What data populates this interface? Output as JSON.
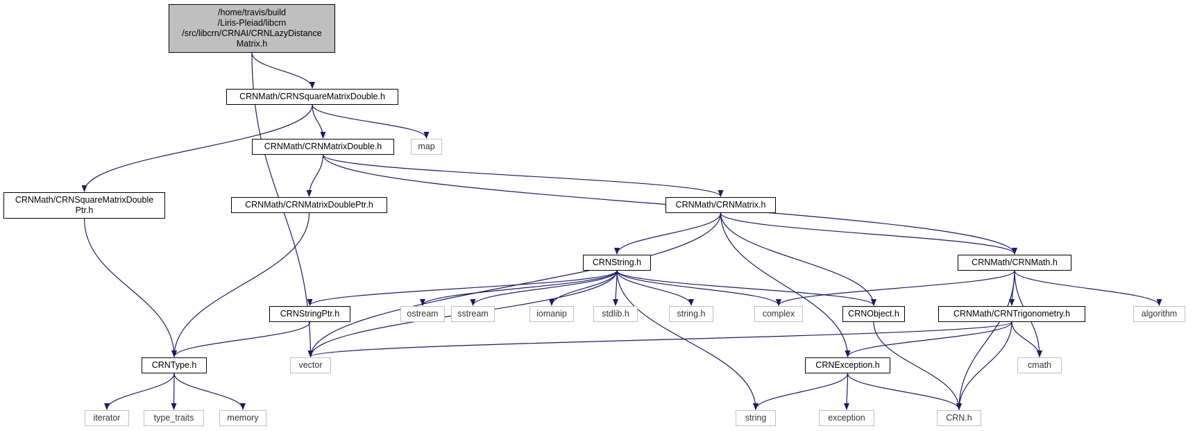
{
  "diagram": {
    "nodes": [
      {
        "id": "root",
        "label": "/home/travis/build\n/Liris-Pleiad/libcrn\n/src/libcrn/CRNAI/CRNLazyDistance\nMatrix.h",
        "kind": "root"
      },
      {
        "id": "sqmd",
        "label": "CRNMath/CRNSquareMatrixDouble.h",
        "kind": "local"
      },
      {
        "id": "map",
        "label": "map",
        "kind": "system"
      },
      {
        "id": "md",
        "label": "CRNMath/CRNMatrixDouble.h",
        "kind": "local"
      },
      {
        "id": "sqmdp",
        "label": "CRNMath/CRNSquareMatrixDouble\nPtr.h",
        "kind": "local"
      },
      {
        "id": "mdp",
        "label": "CRNMath/CRNMatrixDoublePtr.h",
        "kind": "local"
      },
      {
        "id": "matrix",
        "label": "CRNMath/CRNMatrix.h",
        "kind": "local"
      },
      {
        "id": "string_h",
        "label": "CRNString.h",
        "kind": "local"
      },
      {
        "id": "math",
        "label": "CRNMath/CRNMath.h",
        "kind": "local"
      },
      {
        "id": "strptr",
        "label": "CRNStringPtr.h",
        "kind": "local"
      },
      {
        "id": "ostream",
        "label": "ostream",
        "kind": "system"
      },
      {
        "id": "sstream",
        "label": "sstream",
        "kind": "system"
      },
      {
        "id": "iomanip",
        "label": "iomanip",
        "kind": "system"
      },
      {
        "id": "stdlib",
        "label": "stdlib.h",
        "kind": "system"
      },
      {
        "id": "cstring",
        "label": "string.h",
        "kind": "system"
      },
      {
        "id": "complex",
        "label": "complex",
        "kind": "system"
      },
      {
        "id": "object",
        "label": "CRNObject.h",
        "kind": "local"
      },
      {
        "id": "trig",
        "label": "CRNMath/CRNTrigonometry.h",
        "kind": "local"
      },
      {
        "id": "algorithm",
        "label": "algorithm",
        "kind": "system"
      },
      {
        "id": "type",
        "label": "CRNType.h",
        "kind": "local"
      },
      {
        "id": "vector",
        "label": "vector",
        "kind": "system"
      },
      {
        "id": "exception_h",
        "label": "CRNException.h",
        "kind": "local"
      },
      {
        "id": "cmath",
        "label": "cmath",
        "kind": "system"
      },
      {
        "id": "iterator",
        "label": "iterator",
        "kind": "system"
      },
      {
        "id": "type_traits",
        "label": "type_traits",
        "kind": "system"
      },
      {
        "id": "memory",
        "label": "memory",
        "kind": "system"
      },
      {
        "id": "string",
        "label": "string",
        "kind": "system"
      },
      {
        "id": "exception",
        "label": "exception",
        "kind": "system"
      },
      {
        "id": "crn",
        "label": "CRN.h",
        "kind": "system"
      }
    ],
    "edges": [
      [
        "root",
        "sqmd"
      ],
      [
        "root",
        "vector"
      ],
      [
        "sqmd",
        "md"
      ],
      [
        "sqmd",
        "map"
      ],
      [
        "sqmd",
        "sqmdp"
      ],
      [
        "md",
        "mdp"
      ],
      [
        "md",
        "matrix"
      ],
      [
        "md",
        "math"
      ],
      [
        "sqmdp",
        "type"
      ],
      [
        "mdp",
        "type"
      ],
      [
        "matrix",
        "string_h"
      ],
      [
        "matrix",
        "math"
      ],
      [
        "matrix",
        "vector"
      ],
      [
        "matrix",
        "exception_h"
      ],
      [
        "matrix",
        "object"
      ],
      [
        "string_h",
        "strptr"
      ],
      [
        "string_h",
        "ostream"
      ],
      [
        "string_h",
        "sstream"
      ],
      [
        "string_h",
        "iomanip"
      ],
      [
        "string_h",
        "stdlib"
      ],
      [
        "string_h",
        "cstring"
      ],
      [
        "string_h",
        "complex"
      ],
      [
        "string_h",
        "object"
      ],
      [
        "string_h",
        "vector"
      ],
      [
        "string_h",
        "string"
      ],
      [
        "math",
        "complex"
      ],
      [
        "math",
        "trig"
      ],
      [
        "math",
        "algorithm"
      ],
      [
        "math",
        "cmath"
      ],
      [
        "math",
        "crn"
      ],
      [
        "strptr",
        "type"
      ],
      [
        "object",
        "crn"
      ],
      [
        "trig",
        "vector"
      ],
      [
        "trig",
        "exception_h"
      ],
      [
        "trig",
        "cmath"
      ],
      [
        "trig",
        "crn"
      ],
      [
        "type",
        "iterator"
      ],
      [
        "type",
        "type_traits"
      ],
      [
        "type",
        "memory"
      ],
      [
        "exception_h",
        "string"
      ],
      [
        "exception_h",
        "exception"
      ],
      [
        "exception_h",
        "crn"
      ]
    ],
    "colors": {
      "edge": "#191970",
      "root_fill": "#bfbfbf",
      "local_border": "#000000",
      "system_border": "#bfbfbf"
    }
  }
}
